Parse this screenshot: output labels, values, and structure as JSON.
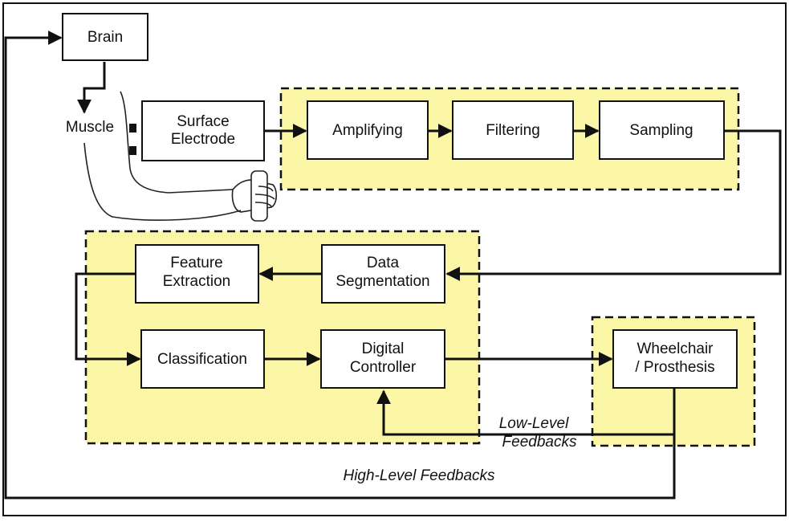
{
  "colors": {
    "panel_fill": "#fbf7a6",
    "line": "#111111",
    "box_fill": "#ffffff"
  },
  "labels": {
    "brain": "Brain",
    "muscle": "Muscle",
    "surface_electrode": [
      "Surface",
      "Electrode"
    ],
    "amplifying": "Amplifying",
    "filtering": "Filtering",
    "sampling": "Sampling",
    "feature_extraction": [
      "Feature",
      "Extraction"
    ],
    "data_segmentation": [
      "Data",
      "Segmentation"
    ],
    "classification": "Classification",
    "digital_controller": [
      "Digital",
      "Controller"
    ],
    "wheelchair_prosthesis": [
      "Wheelchair",
      "/ Prosthesis"
    ],
    "low_level_feedbacks": [
      "Low-Level",
      "Feedbacks"
    ],
    "high_level_feedbacks": "High-Level Feedbacks"
  },
  "icons": {
    "arm": "arm-with-electrodes-illustration"
  }
}
